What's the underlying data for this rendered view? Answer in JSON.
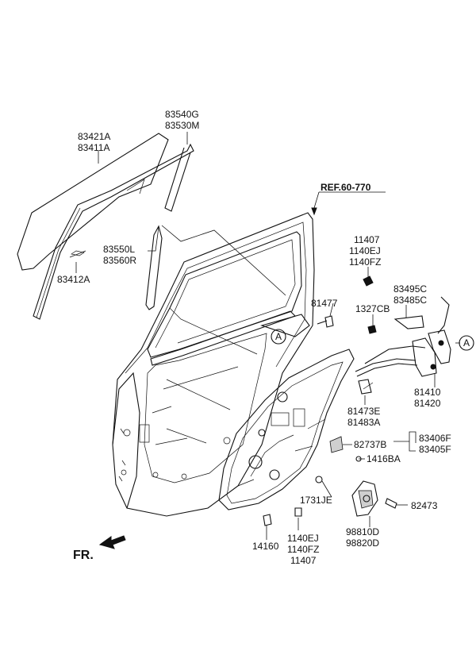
{
  "diagram": {
    "labels": {
      "p83421A": "83421A",
      "p83411A": "83411A",
      "p83540G": "83540G",
      "p83530M": "83530M",
      "ref": "REF.60-770",
      "p83550L": "83550L",
      "p83560R": "83560R",
      "p83412A": "83412A",
      "p11407a": "11407",
      "p1140EJa": "1140EJ",
      "p1140FZa": "1140FZ",
      "p83495C": "83495C",
      "p83485C": "83485C",
      "p81477": "81477",
      "p1327CB": "1327CB",
      "calloutA1": "A",
      "calloutA2": "A",
      "p81410": "81410",
      "p81420": "81420",
      "p81473E": "81473E",
      "p81483A": "81483A",
      "p82737B": "82737B",
      "p83406F": "83406F",
      "p83405F": "83405F",
      "p1416BA": "1416BA",
      "p1731JE": "1731JE",
      "p82473": "82473",
      "p98810D": "98810D",
      "p98820D": "98820D",
      "p14160": "14160",
      "p1140EJb": "1140EJ",
      "p1140FZb": "1140FZ",
      "p11407b": "11407",
      "fr": "FR."
    }
  }
}
